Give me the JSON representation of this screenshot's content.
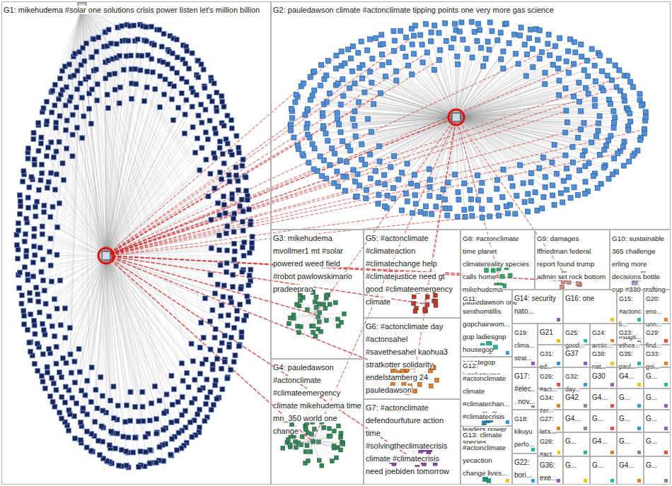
{
  "diagram": {
    "nodes": [
      {
        "text": [
          "G1: mikehudema #solar one solutions crisis power listen let's million billion"
        ]
      },
      {
        "text": [
          "G2: pauledawson climate #actonclimate tipping points one very more gas science"
        ]
      },
      {
        "text": [
          "G3: mikehudema mvollmer1 mt #solar powered weed field #robot pawlowskimario pradeeprao"
        ]
      },
      {
        "text": [
          "G5: #actonclimate #climateaction #climatechange help #climatejustice need gt good #climateemergency climate"
        ]
      },
      {
        "text": [
          "G8: #actonclimate time planet climatereality species calls home mikehudema pauledawson one"
        ]
      },
      {
        "text": [
          "G9: damages lffriedman federal report found trump admin set rock bottom"
        ]
      },
      {
        "text": [
          "G10: sustainable 365 challenge erling more decisions bottle cup #330 crafting"
        ]
      },
      {
        "text": [
          "G6: #actonclimate day #actonsahel #savethesahel kaohua3 stratkotter solidarity endelstamberg 24 pauledawson"
        ]
      },
      {
        "text": [
          "G11: senthomtillis gopchairwom... gop ladiesgop housegop senategop ivankatrump..."
        ]
      },
      {
        "text": [
          "G14: security nato..."
        ]
      },
      {
        "text": [
          "G16: one"
        ]
      },
      {
        "text": [
          "G15: #actoncli... #sdgs..."
        ]
      },
      {
        "text": [
          "G20: eno... unn..."
        ]
      },
      {
        "text": [
          "G4: pauledawson #actonclimate #climateemergency climate mikehudema time mn_350 world one change"
        ]
      },
      {
        "text": [
          "G7: #actonclimate defendourfuture action time #solvingtheclimatecrisis climate #climatecrisis need joebiden tomorrow"
        ]
      },
      {
        "text": [
          "G12: #actonclimate climate #climatechan... #climatecrisis leaders power species..."
        ]
      },
      {
        "text": [
          "G19: clima... strat..."
        ]
      },
      {
        "text": [
          "G21"
        ]
      },
      {
        "text": [
          "G25: good..."
        ]
      },
      {
        "text": [
          "G24: arctic..."
        ]
      },
      {
        "text": [
          "G23: ethos..."
        ]
      },
      {
        "text": [
          "G29: find..."
        ]
      },
      {
        "text": [
          "G31: ed..."
        ]
      },
      {
        "text": [
          "G37"
        ]
      },
      {
        "text": [
          "G38: nat..."
        ]
      },
      {
        "text": [
          "G35: paul..."
        ]
      },
      {
        "text": [
          "G33: goi..."
        ]
      },
      {
        "text": [
          "G17: #elec... nov..."
        ]
      },
      {
        "text": [
          "G26: #act..."
        ]
      },
      {
        "text": [
          "G32: day..."
        ]
      },
      {
        "text": [
          "G30"
        ]
      },
      {
        "text": [
          "G4..."
        ]
      },
      {
        "text": [
          "G..."
        ]
      },
      {
        "text": [
          "G34: zer..."
        ]
      },
      {
        "text": [
          "G42"
        ]
      },
      {
        "text": [
          "G4..."
        ]
      },
      {
        "text": [
          "G..."
        ]
      },
      {
        "text": [
          "G..."
        ]
      },
      {
        "text": [
          "G13: climate #actonclimate yecaction change lives..."
        ]
      },
      {
        "text": [
          "G18: kikuyu perfo..."
        ]
      },
      {
        "text": [
          "G27: let's..."
        ]
      },
      {
        "text": [
          "G4..."
        ]
      },
      {
        "text": [
          "G..."
        ]
      },
      {
        "text": [
          "G..."
        ]
      },
      {
        "text": [
          "G..."
        ]
      },
      {
        "text": [
          "G28: #act..."
        ]
      },
      {
        "text": [
          "G..."
        ]
      },
      {
        "text": [
          "G4..."
        ]
      },
      {
        "text": [
          "G..."
        ]
      },
      {
        "text": [
          "G..."
        ]
      },
      {
        "text": [
          "G22: bori..."
        ]
      },
      {
        "text": [
          "G36: exe..."
        ]
      },
      {
        "text": [
          "G..."
        ]
      },
      {
        "text": [
          "G..."
        ]
      },
      {
        "text": [
          "G4..."
        ]
      },
      {
        "text": [
          "G..."
        ]
      }
    ]
  }
}
